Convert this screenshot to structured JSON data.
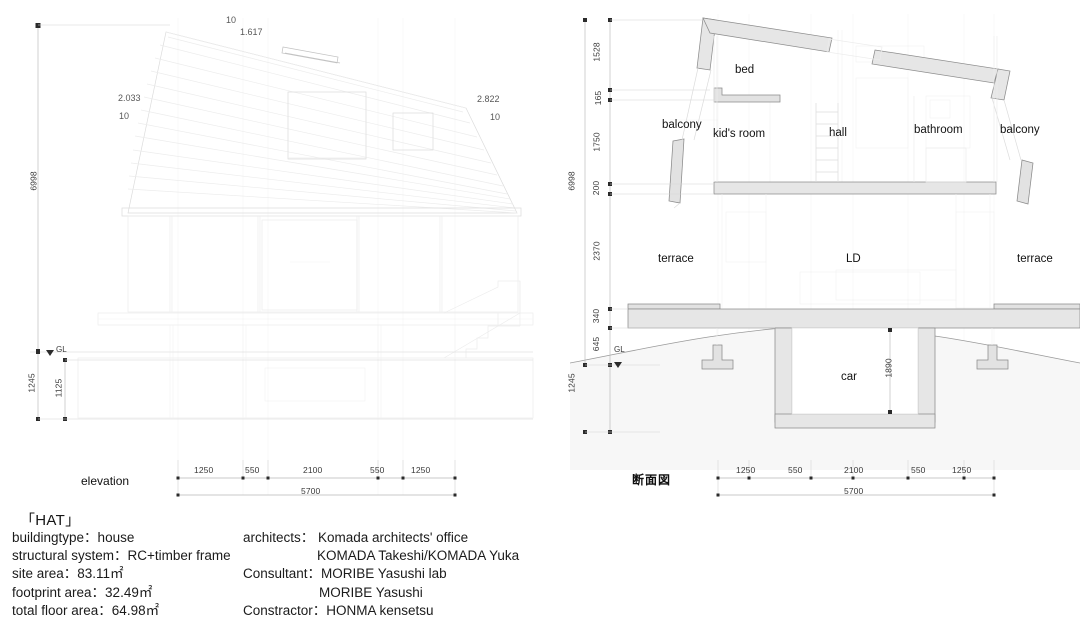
{
  "sheet": {
    "background": "#ffffff",
    "ink": "#1b1b1b",
    "fill_gray": "#e6e6e6",
    "ground_gray": "#f7f7f7"
  },
  "elevation": {
    "view_label": "elevation",
    "gl_label": "GL",
    "slope_notes": [
      {
        "id": "ridge-run",
        "text": "10"
      },
      {
        "id": "ridge-rise",
        "text": "1.617"
      },
      {
        "id": "left-rise",
        "text": "2.033"
      },
      {
        "id": "left-run",
        "text": "10"
      },
      {
        "id": "right-rise",
        "text": "2.822"
      },
      {
        "id": "right-run",
        "text": "10"
      }
    ],
    "vertical_dims": [
      {
        "id": "total-height",
        "text": "6998"
      },
      {
        "id": "below-gl-outer",
        "text": "1245"
      },
      {
        "id": "below-gl-inner",
        "text": "1125"
      }
    ],
    "horizontal_dims": [
      "1250",
      "550",
      "2100",
      "550",
      "1250"
    ],
    "overall_width": "5700"
  },
  "section": {
    "view_label": "断面図",
    "gl_label": "GL",
    "rooms": [
      {
        "id": "bed",
        "label": "bed"
      },
      {
        "id": "balcony-left",
        "label": "balcony"
      },
      {
        "id": "kids-room",
        "label": "kid's room"
      },
      {
        "id": "hall",
        "label": "hall"
      },
      {
        "id": "bathroom",
        "label": "bathroom"
      },
      {
        "id": "balcony-right",
        "label": "balcony"
      },
      {
        "id": "terrace-left",
        "label": "terrace"
      },
      {
        "id": "ld",
        "label": "LD"
      },
      {
        "id": "terrace-right",
        "label": "terrace"
      },
      {
        "id": "car",
        "label": "car"
      }
    ],
    "vertical_dims": [
      {
        "id": "d-1528",
        "text": "1528"
      },
      {
        "id": "d-165",
        "text": "165"
      },
      {
        "id": "d-1750",
        "text": "1750"
      },
      {
        "id": "d-200",
        "text": "200"
      },
      {
        "id": "d-2370",
        "text": "2370"
      },
      {
        "id": "d-340",
        "text": "340"
      },
      {
        "id": "d-645",
        "text": "645"
      },
      {
        "id": "d-total",
        "text": "6998"
      },
      {
        "id": "d-below-gl",
        "text": "1245"
      }
    ],
    "garage_height": "1890",
    "horizontal_dims": [
      "1250",
      "550",
      "2100",
      "550",
      "1250"
    ],
    "overall_width": "5700"
  },
  "credits": {
    "project_title": "「HAT」",
    "left_column": [
      "buildingtype：house",
      "structural system：RC+timber frame",
      "site area：83.11㎡",
      "footprint area：32.49㎡",
      "total floor area：64.98㎡"
    ],
    "right_column": [
      {
        "text": "architects： Komada architects' office",
        "indent": false
      },
      {
        "text": "KOMADA Takeshi/KOMADA Yuka",
        "indent": true
      },
      {
        "text": "Consultant：MORIBE Yasushi lab",
        "indent": false
      },
      {
        "text": "MORIBE Yasushi",
        "indent": true
      },
      {
        "text": "Constractor：HONMA kensetsu",
        "indent": false
      }
    ]
  }
}
